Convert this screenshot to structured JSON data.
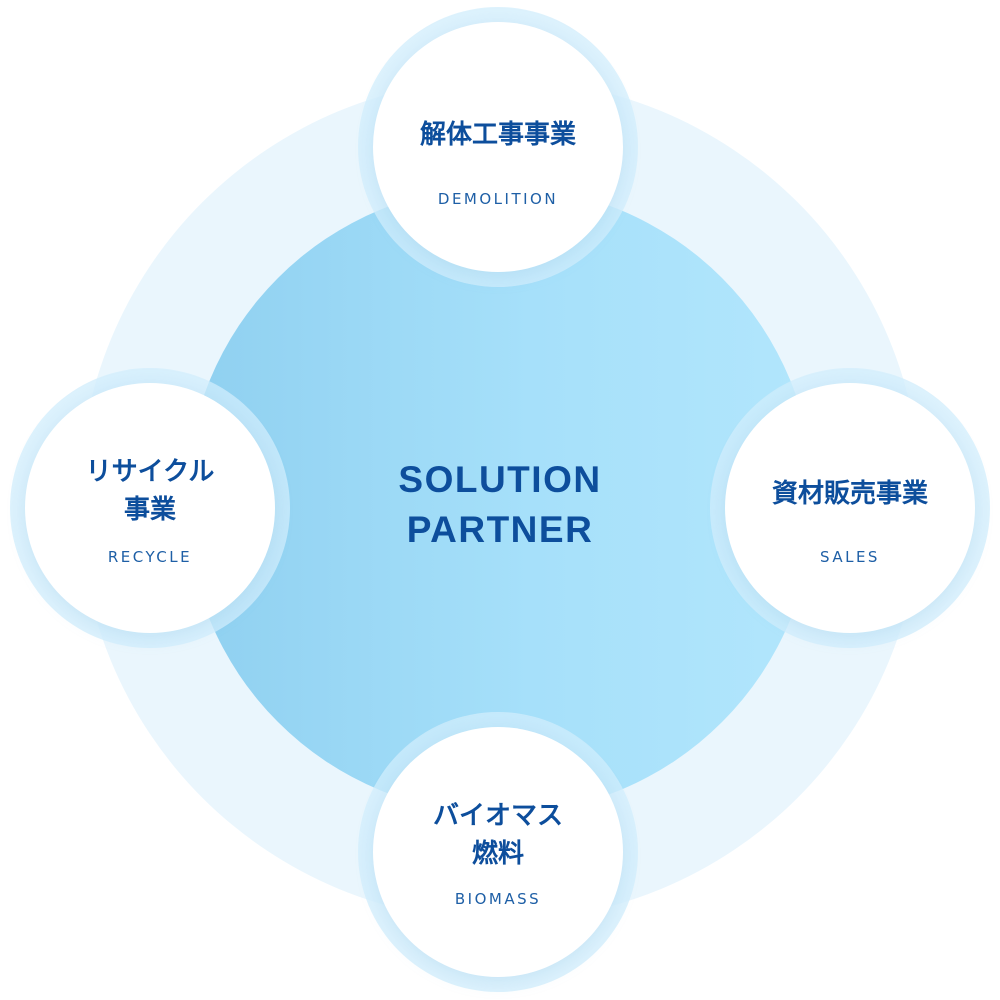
{
  "diagram": {
    "center": {
      "lines": [
        "SOLUTION",
        "PARTNER"
      ]
    },
    "nodes": [
      {
        "id": "demolition",
        "lines": [
          "解体工事事業"
        ],
        "sub": "DEMOLITION"
      },
      {
        "id": "recycle",
        "lines": [
          "リサイクル",
          "事業"
        ],
        "sub": "RECYCLE"
      },
      {
        "id": "sales",
        "lines": [
          "資材販売事業"
        ],
        "sub": "SALES"
      },
      {
        "id": "biomass",
        "lines": [
          "バイオマス",
          "燃料"
        ],
        "sub": "BIOMASS"
      }
    ]
  },
  "colors": {
    "text_primary": "#0d4e9c",
    "core_fill": "#a6e0fa",
    "outer_ring": "#eaf6fd",
    "node_ring": "#d2eefc",
    "node_fill": "#ffffff"
  }
}
